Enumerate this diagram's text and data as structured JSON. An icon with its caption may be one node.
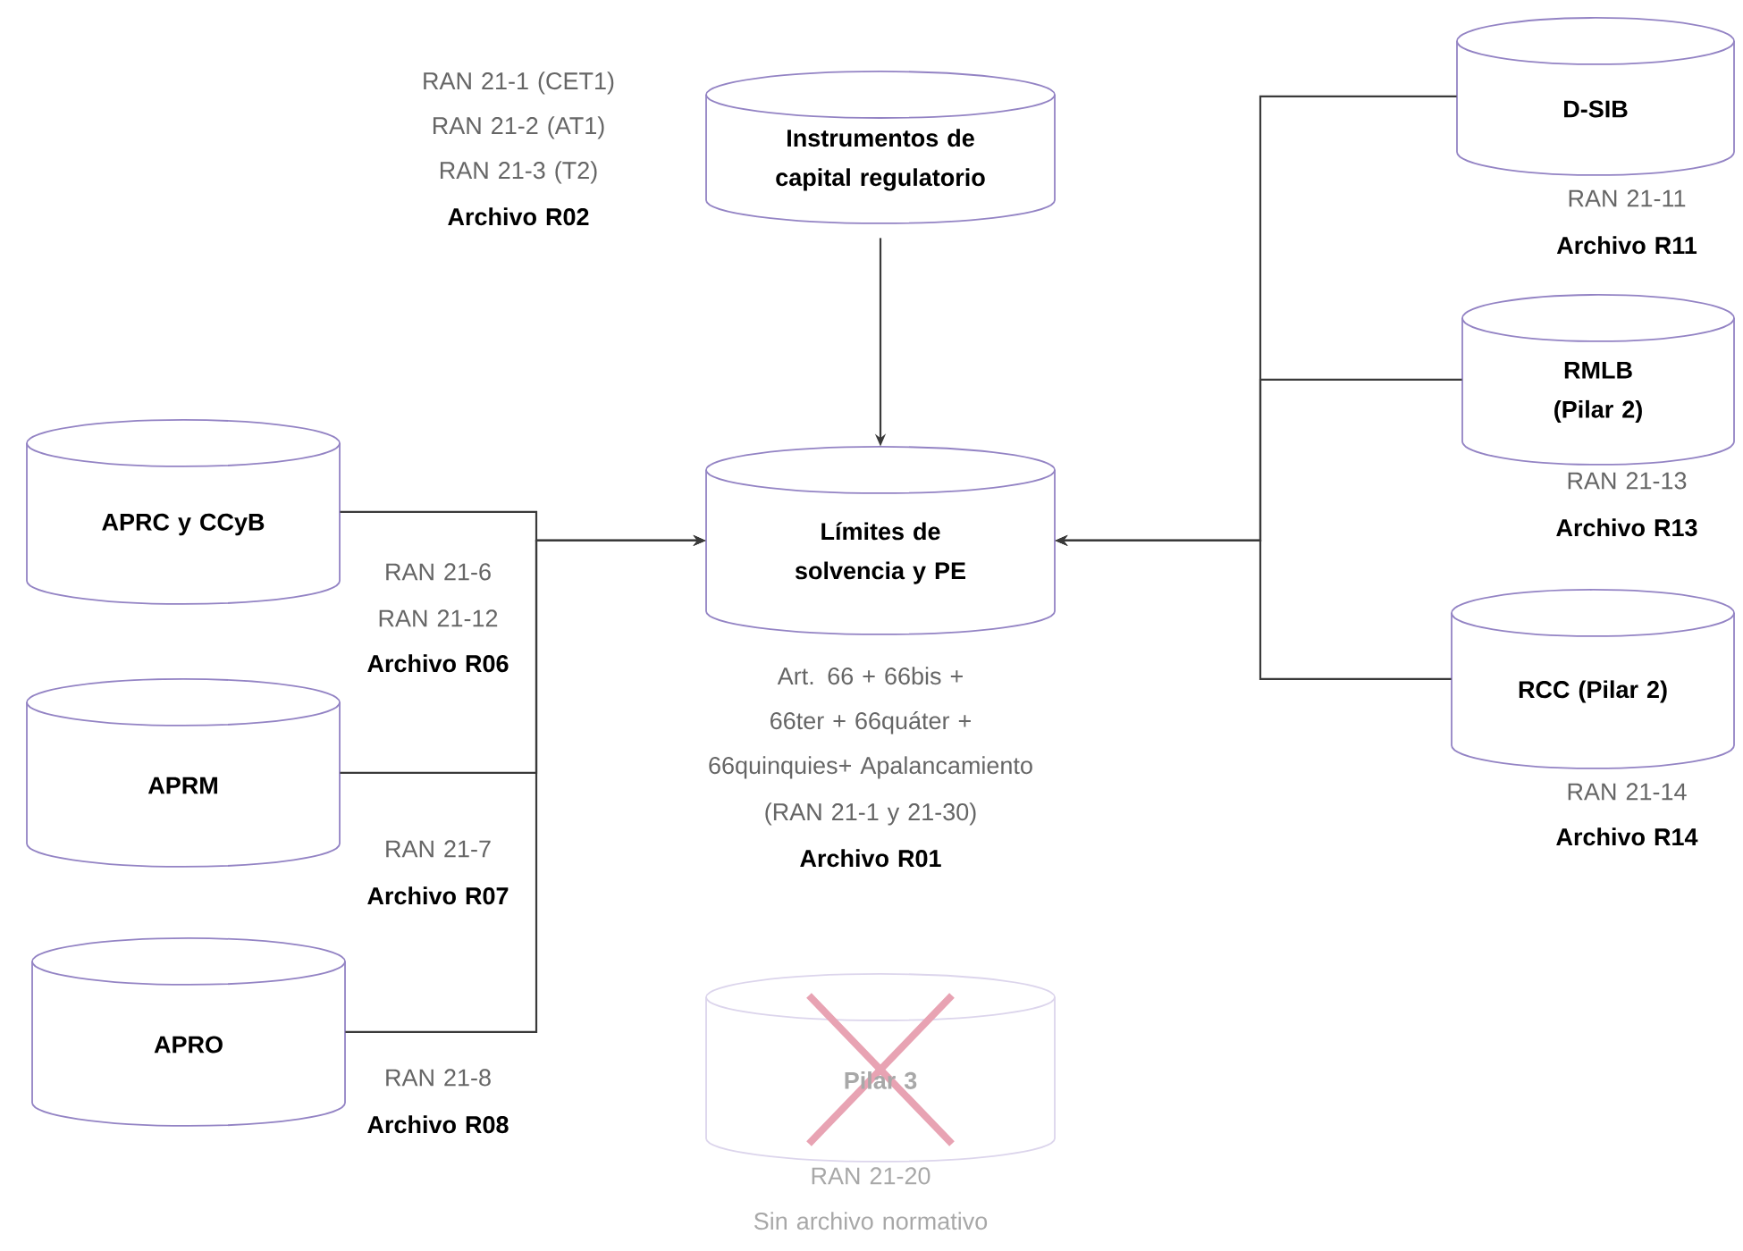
{
  "diagram": {
    "nodes": [
      {
        "text": [
          "Instrumentos de capital regulatorio"
        ],
        "beside": [
          "RAN 21-1 (CET1)",
          "RAN 21-2 (AT1)",
          "RAN 21-3 (T2)",
          "Archivo R02"
        ]
      },
      {
        "text": [
          "D-SIB"
        ],
        "beside": [
          "RAN 21-11",
          "Archivo R11"
        ]
      },
      {
        "text": [
          "RMLB (Pilar 2)"
        ],
        "beside": [
          "RAN 21-13",
          "Archivo R13"
        ]
      },
      {
        "text": [
          "APRC y CCyB"
        ],
        "beside": [
          "RAN 21-6",
          "RAN 21-12",
          "Archivo R06"
        ]
      },
      {
        "text": [
          "Límites de solvencia y PE"
        ],
        "beside": [
          "Art. 66 + 66bis + 66ter + 66quáter + 66quinquies+ Apalancamiento",
          "(RAN 21-1 y 21-30)",
          "Archivo R01"
        ]
      },
      {
        "text": [
          "RCC (Pilar 2)"
        ],
        "beside": [
          "RAN 21-14",
          "Archivo R14"
        ]
      },
      {
        "text": [
          "APRM"
        ],
        "beside": [
          "RAN 21-7",
          "Archivo R07"
        ]
      },
      {
        "text": [
          "APRO"
        ],
        "beside": [
          "RAN 21-8",
          "Archivo R08"
        ]
      },
      {
        "text": [
          "Pilar 3"
        ],
        "beside": [
          "RAN 21-20",
          "Sin archivo normativo"
        ]
      }
    ],
    "edges": [
      {
        "from": 0,
        "to": 4,
        "arrow": "to"
      },
      {
        "from": 3,
        "to": 4,
        "arrow": "to"
      },
      {
        "from": 6,
        "to": 4,
        "arrow": "to"
      },
      {
        "from": 7,
        "to": 4,
        "arrow": "to"
      },
      {
        "from": 1,
        "to": 4,
        "arrow": "to"
      },
      {
        "from": 2,
        "to": 4,
        "arrow": "to"
      },
      {
        "from": 5,
        "to": 4,
        "arrow": "to"
      }
    ]
  }
}
